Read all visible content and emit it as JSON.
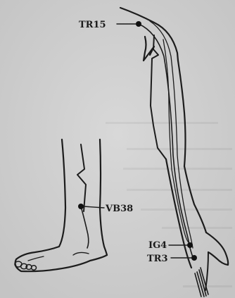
{
  "points": {
    "tr15": {
      "label": "TR15"
    },
    "vb38": {
      "label": "VB38"
    },
    "ig4": {
      "label": "IG4"
    },
    "tr3": {
      "label": "TR3"
    }
  }
}
